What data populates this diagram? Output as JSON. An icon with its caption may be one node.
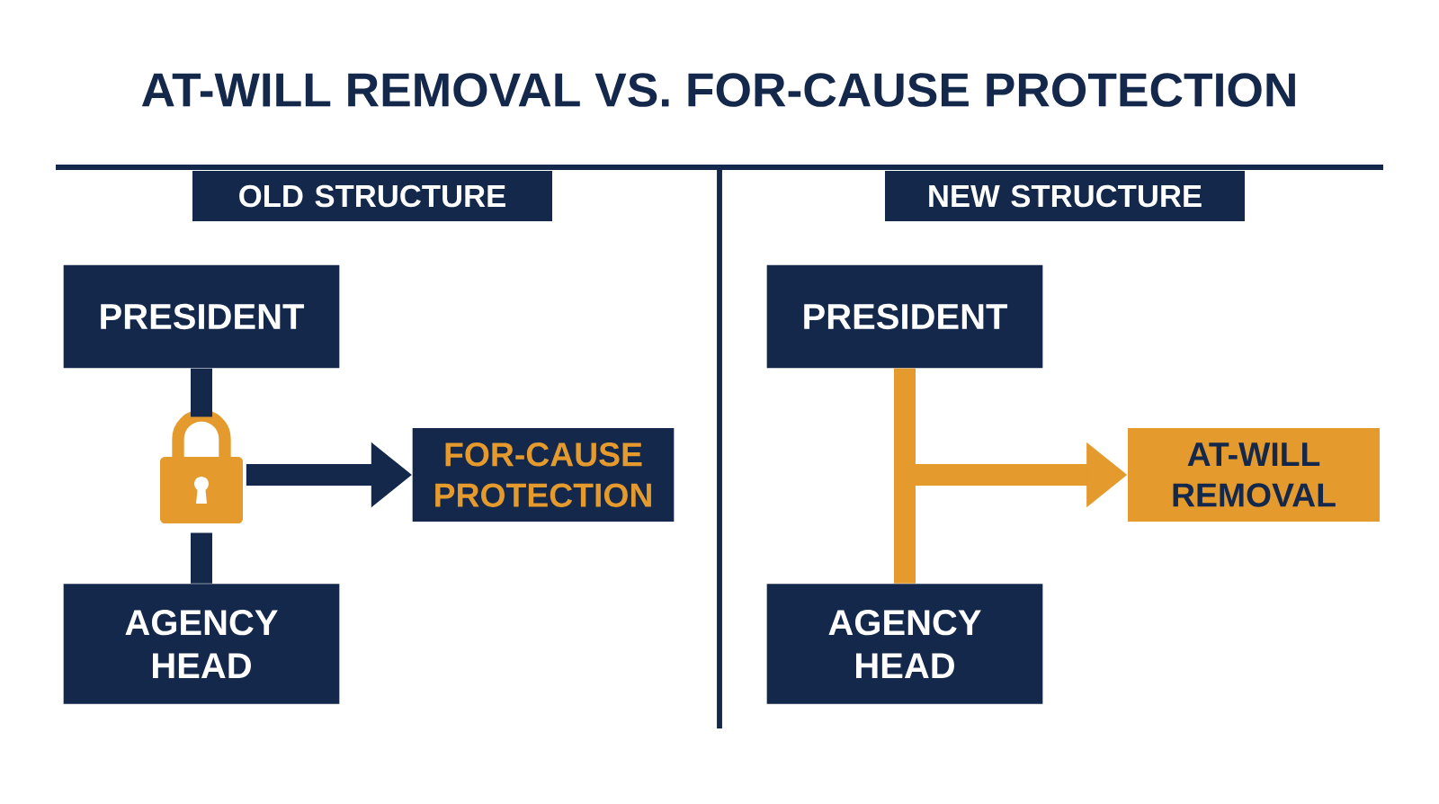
{
  "diagram": {
    "title": "AT-WILL REMOVAL VS. FOR-CAUSE PROTECTION",
    "nodes": [
      {
        "text": [
          "OLD STRUCTURE"
        ]
      },
      {
        "text": [
          "PRESIDENT"
        ]
      },
      {
        "text": [],
        "shape": "lock"
      },
      {
        "text": [
          "AGENCY HEAD"
        ]
      },
      {
        "text": [
          "FOR-CAUSE PROTECTION"
        ]
      },
      {
        "text": [
          "NEW STRUCTURE"
        ]
      },
      {
        "text": [
          "PRESIDENT"
        ]
      },
      {
        "text": [
          "AGENCY HEAD"
        ]
      },
      {
        "text": [
          "AT-WILL REMOVAL"
        ]
      }
    ],
    "edges": [
      {
        "from": 1,
        "to": 2,
        "arrow": "none"
      },
      {
        "from": 2,
        "to": 3,
        "arrow": "none"
      },
      {
        "from": 2,
        "to": 4,
        "arrow": "to"
      },
      {
        "from": 6,
        "to": 7,
        "arrow": "none",
        "color": "#e59a2e"
      },
      {
        "from": 6,
        "to": 8,
        "arrow": "to",
        "color": "#e59a2e"
      }
    ]
  }
}
